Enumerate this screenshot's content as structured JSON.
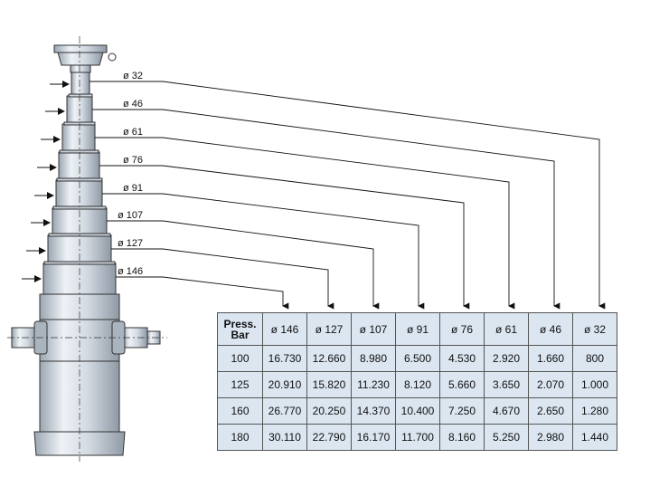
{
  "diameters": [
    "ø 146",
    "ø 127",
    "ø 107",
    "ø 91",
    "ø 76",
    "ø 61",
    "ø 46",
    "ø 32"
  ],
  "labels_top_to_bottom": [
    "ø 32",
    "ø 46",
    "ø 61",
    "ø 76",
    "ø 91",
    "ø 107",
    "ø 127",
    "ø 146"
  ],
  "table": {
    "header_line1": "Press.",
    "header_line2": "Bar",
    "rows": [
      {
        "pressure": "100",
        "values": [
          "16.730",
          "12.660",
          "8.980",
          "6.500",
          "4.530",
          "2.920",
          "1.660",
          "800"
        ]
      },
      {
        "pressure": "125",
        "values": [
          "20.910",
          "15.820",
          "11.230",
          "8.120",
          "5.660",
          "3.650",
          "2.070",
          "1.000"
        ]
      },
      {
        "pressure": "160",
        "values": [
          "26.770",
          "20.250",
          "14.370",
          "10.400",
          "7.250",
          "4.670",
          "2.650",
          "1.280"
        ]
      },
      {
        "pressure": "180",
        "values": [
          "30.110",
          "22.790",
          "16.170",
          "11.700",
          "8.160",
          "5.250",
          "2.980",
          "1.440"
        ]
      }
    ]
  },
  "colors": {
    "table_fill": "#dbe6f1",
    "line": "#222222",
    "cylinder": "#d4dce4"
  }
}
